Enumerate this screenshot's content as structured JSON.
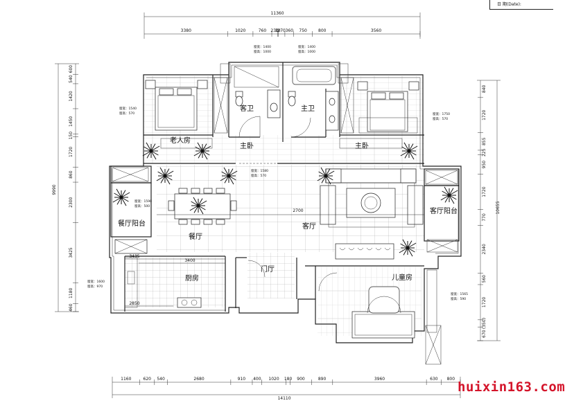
{
  "header": {
    "date_label": "日 期(Date):"
  },
  "watermark": "huixin163.com",
  "dimensions": {
    "top_total": "11360",
    "top_segments": [
      "3380",
      "1020",
      "760",
      "230",
      "30",
      "270",
      "360",
      "750",
      "800",
      "3560"
    ],
    "bottom_total": "14110",
    "bottom_segments": [
      "1160",
      "620",
      "540",
      "2680",
      "910",
      "400",
      "1020",
      "180",
      "900",
      "890",
      "3960",
      "630",
      "800"
    ],
    "left_total": "9990",
    "left_segments": [
      "600",
      "540",
      "1420",
      "1450",
      "150",
      "1720",
      "860",
      "2300",
      "3425",
      "1180",
      "460"
    ],
    "right_total": "10655",
    "right_segments": [
      "840",
      "1720",
      "855",
      "225",
      "950",
      "1720",
      "770",
      "2340",
      "560",
      "1720",
      "(350)",
      "670"
    ],
    "inner": {
      "living": "2700",
      "kitchen_top_a": "3435",
      "kitchen_top_b": "3400",
      "kitchen_bottom": "2850"
    }
  },
  "rooms": {
    "elder_room": "老人房",
    "guest_bath": "客卫",
    "master_bath": "主卫",
    "corridor_a": "主卧",
    "master_bed": "主卧",
    "dining_balcony": "餐厅阳台",
    "dining": "餐厅",
    "living": "客厅",
    "living_balcony": "客厅阳台",
    "kitchen": "厨房",
    "foyer": "门厅",
    "kids_room": "儿童房"
  },
  "notes": {
    "elder": {
      "w": "窗宽：1540",
      "h": "窗高：570"
    },
    "guest_bath": {
      "w": "窗宽：1400",
      "h": "窗高：1000"
    },
    "master_bath": {
      "w": "窗宽：1400",
      "h": "窗高：1000"
    },
    "master": {
      "w": "窗宽：1750",
      "h": "窗高：570"
    },
    "dining_balcony": {
      "w": "窗宽：1590",
      "h": "窗高：500"
    },
    "living_top": {
      "w": "窗宽：1580",
      "h": "窗高：570"
    },
    "kitchen": {
      "w": "窗宽：1600",
      "h": "窗高：970"
    },
    "kids": {
      "w": "窗宽：1565",
      "h": "窗高：590"
    }
  }
}
